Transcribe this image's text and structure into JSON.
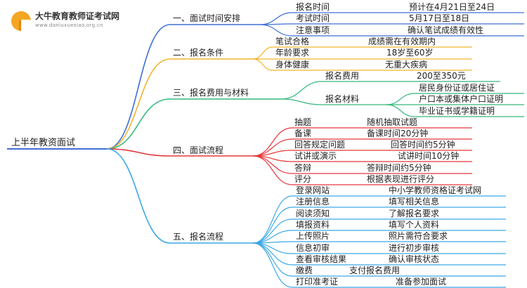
{
  "logo": {
    "title": "大牛教育教师证考试网",
    "url": "www.daniuxuexiao.org.cn"
  },
  "colors": {
    "b1": "#3f6fd6",
    "b2": "#f2b32b",
    "b3": "#35b87c",
    "b4": "#e5383b",
    "b5": "#3aa9e6"
  },
  "root": "上半年教资面试",
  "branches": [
    {
      "label": "一、面试时间安排",
      "items": [
        {
          "key": "报名时间",
          "value": "预计在4月21日至24日"
        },
        {
          "key": "考试时间",
          "value": "5月17日至18日"
        },
        {
          "key": "注意事项",
          "value": "确认笔试成绩有效性"
        }
      ]
    },
    {
      "label": "二、报名条件",
      "items": [
        {
          "key": "笔试合格",
          "value": "成绩需在有效期内"
        },
        {
          "key": "年龄要求",
          "value": "18岁至60岁"
        },
        {
          "key": "身体健康",
          "value": "无重大疾病"
        }
      ]
    },
    {
      "label": "三、报名费用与材料",
      "fee": {
        "key": "报名费用",
        "value": "200至350元"
      },
      "materials": {
        "key": "报名材料",
        "values": [
          "居民身份证或居住证",
          "户口本或集体户口证明",
          "毕业证书或学籍证明"
        ]
      }
    },
    {
      "label": "四、面试流程",
      "items": [
        {
          "key": "抽题",
          "value": "随机抽取试题"
        },
        {
          "key": "备课",
          "value": "备课时间20分钟"
        },
        {
          "key": "回答规定问题",
          "value": "回答时间约5分钟"
        },
        {
          "key": "试讲或演示",
          "value": "试讲时间10分钟"
        },
        {
          "key": "答辩",
          "value": "答辩时间约5分钟"
        },
        {
          "key": "评分",
          "value": "根据表现进行评分"
        }
      ]
    },
    {
      "label": "五、报名流程",
      "items": [
        {
          "key": "登录网站",
          "value": "中小学教师资格证考试网"
        },
        {
          "key": "注册信息",
          "value": "填写相关信息"
        },
        {
          "key": "阅读须知",
          "value": "了解报名要求"
        },
        {
          "key": "填报资料",
          "value": "填写个人资料"
        },
        {
          "key": "上传照片",
          "value": "照片需符合要求"
        },
        {
          "key": "信息初审",
          "value": "进行初步审核"
        },
        {
          "key": "查看审核结果",
          "value": "确认审核状态"
        },
        {
          "key": "缴费",
          "value": "支付报名费用"
        },
        {
          "key": "打印准考证",
          "value": "准备参加面试"
        }
      ]
    }
  ]
}
